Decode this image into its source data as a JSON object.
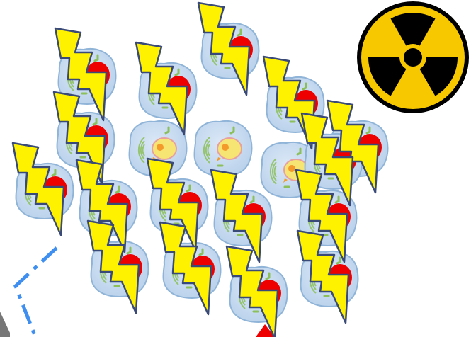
{
  "diagram": {
    "cell_count": 19,
    "cells": [
      {
        "nucleus": "damaged",
        "struck": true
      },
      {
        "nucleus": "damaged",
        "struck": true
      },
      {
        "nucleus": "damaged",
        "struck": true
      },
      {
        "nucleus": "damaged",
        "struck": true
      },
      {
        "nucleus": "damaged",
        "struck": true
      },
      {
        "nucleus": "healthy",
        "struck": false
      },
      {
        "nucleus": "healthy",
        "struck": false
      },
      {
        "nucleus": "healthy",
        "struck": false
      },
      {
        "nucleus": "damaged",
        "struck": true
      },
      {
        "nucleus": "damaged",
        "struck": true
      },
      {
        "nucleus": "damaged",
        "struck": true
      },
      {
        "nucleus": "damaged",
        "struck": true
      },
      {
        "nucleus": "damaged",
        "struck": true
      },
      {
        "nucleus": "damaged",
        "struck": true
      },
      {
        "nucleus": "damaged",
        "struck": true
      },
      {
        "nucleus": "damaged",
        "struck": true
      },
      {
        "nucleus": "damaged",
        "struck": true
      },
      {
        "nucleus": "damaged",
        "struck": true
      },
      {
        "nucleus": "damaged",
        "struck": true
      }
    ],
    "icons": [
      "radiation-trefoil-icon",
      "lightning-bolt-icon",
      "cell-icon",
      "nucleus-icon"
    ]
  },
  "colors": {
    "cell_fill": "#c8dcf2",
    "cell_stroke": "#8fb4d8",
    "damaged_nucleus": "#ee0000",
    "healthy_nucleus": "#f6e572",
    "healthy_nucleolus": "#f39a2a",
    "bolt_fill": "#fff200",
    "bolt_stroke": "#3a4a78",
    "radiation_yellow": "#f7c800",
    "radiation_black": "#000000",
    "dashed_line": "#3f8ff0",
    "arrow_red": "#ee0000"
  }
}
